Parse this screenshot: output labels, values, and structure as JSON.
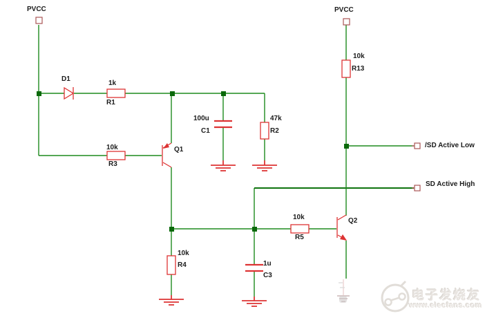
{
  "colors": {
    "wire": "#1d8a1d",
    "wire_dark": "#0e730e",
    "junction": "#0a690a",
    "component": "#dd3333",
    "port": "#aa5555",
    "label": "#1b1b1b",
    "watermark": "#e8e4e0",
    "watermark_line": "#e1ddd8"
  },
  "power": {
    "left_label": "PVCC",
    "right_label": "PVCC"
  },
  "components": {
    "d1": {
      "ref": "D1"
    },
    "r1": {
      "value": "1k",
      "ref": "R1"
    },
    "r3": {
      "value": "10k",
      "ref": "R3"
    },
    "q1": {
      "ref": "Q1"
    },
    "c1": {
      "value": "100u",
      "ref": "C1"
    },
    "r2": {
      "value": "47k",
      "ref": "R2"
    },
    "r13": {
      "value": "10k",
      "ref": "R13"
    },
    "r5": {
      "value": "10k",
      "ref": "R5"
    },
    "q2": {
      "ref": "Q2"
    },
    "r4": {
      "value": "10k",
      "ref": "R4"
    },
    "c3": {
      "value": "1u",
      "ref": "C3"
    }
  },
  "ports": {
    "sd_low": "/SD Active Low",
    "sd_high": "SD Active High"
  },
  "watermark": {
    "name": "电子发烧友",
    "url": "www.elecfans.com"
  }
}
